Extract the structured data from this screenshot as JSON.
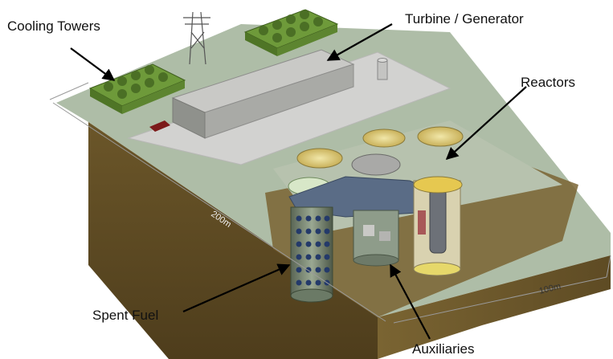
{
  "labels": {
    "cooling_towers": "Cooling Towers",
    "turbine_generator": "Turbine / Generator",
    "reactors": "Reactors",
    "spent_fuel": "Spent Fuel",
    "auxiliaries": "Auxiliaries"
  },
  "dimensions": {
    "length": "200m",
    "width": "100m"
  },
  "colors": {
    "ground_surface": "#aebda7",
    "earth_side": "#6f5a2c",
    "earth_front": "#5a4722",
    "pad": "#d2d2d0",
    "cooling_tower": "#6e9a3a",
    "reactor_top": "#e7c95a",
    "shaft_wall": "#7c8a74",
    "arrow": "#000000"
  }
}
